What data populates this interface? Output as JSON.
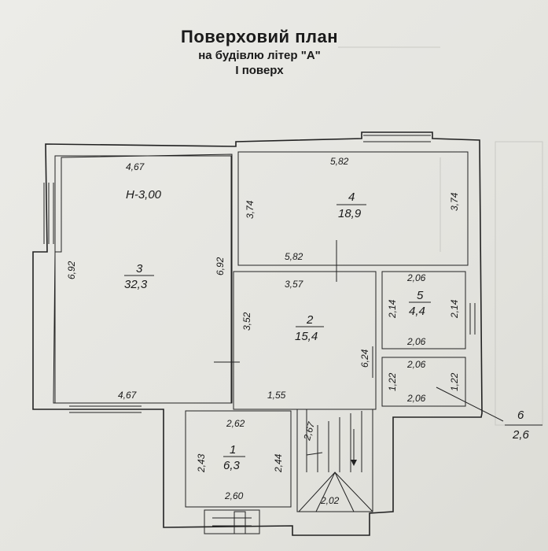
{
  "title": {
    "main": "Поверховий план",
    "subtitle": "на будівлю літер \"А\"",
    "floor": "І поверх"
  },
  "level_mark": "Н-3,00",
  "rooms": [
    {
      "number": "1",
      "area": "6,3"
    },
    {
      "number": "2",
      "area": "15,4"
    },
    {
      "number": "3",
      "area": "32,3"
    },
    {
      "number": "4",
      "area": "18,9"
    },
    {
      "number": "5",
      "area": "4,4"
    },
    {
      "number": "6",
      "area": "2,6"
    }
  ],
  "dimensions": {
    "r3_top": "4,67",
    "r3_bottom": "4,67",
    "r3_left": "6,92",
    "r3_right": "6,92",
    "r4_top": "5,82",
    "r4_bottom": "5,82",
    "r4_left": "3,74",
    "r4_right": "3,74",
    "r2_top": "3,57",
    "r2_left": "3,52",
    "r2_right": "6,24",
    "r2_bottom": "1,55",
    "r5_top": "2,06",
    "r5_bottom": "2,06",
    "r5_left": "2,14",
    "r5_right": "2,14",
    "r6_top": "2,06",
    "r6_bottom": "2,06",
    "r6_left": "1,22",
    "r6_right": "1,22",
    "r1_top": "2,62",
    "r1_bottom": "2,60",
    "r1_left": "2,43",
    "r1_right": "2,44",
    "stair_diag": "2,67",
    "stair_bottom": "2,02"
  }
}
